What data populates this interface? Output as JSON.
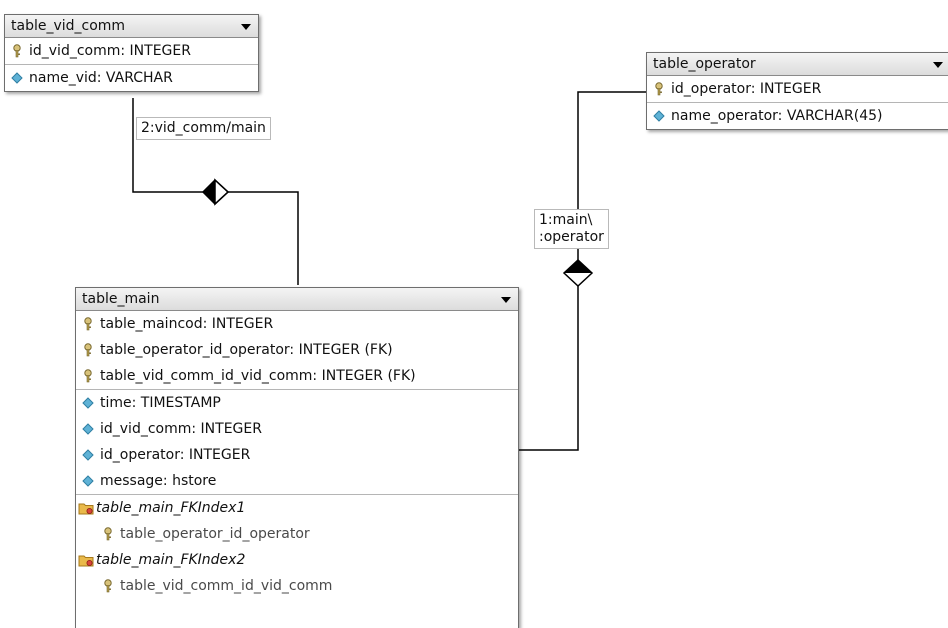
{
  "entities": {
    "vid_comm": {
      "title": "table_vid_comm",
      "primary_keys": [
        "id_vid_comm: INTEGER"
      ],
      "attributes": [
        "name_vid: VARCHAR"
      ]
    },
    "operator": {
      "title": "table_operator",
      "primary_keys": [
        "id_operator: INTEGER"
      ],
      "attributes": [
        "name_operator: VARCHAR(45)"
      ]
    },
    "main": {
      "title": "table_main",
      "primary_keys": [
        "table_maincod: INTEGER",
        "table_operator_id_operator: INTEGER (FK)",
        "table_vid_comm_id_vid_comm: INTEGER (FK)"
      ],
      "attributes": [
        "time: TIMESTAMP",
        "id_vid_comm: INTEGER",
        "id_operator: INTEGER",
        "message: hstore"
      ],
      "indexes": [
        {
          "name": "table_main_FKIndex1",
          "column": "table_operator_id_operator"
        },
        {
          "name": "table_main_FKIndex2",
          "column": "table_vid_comm_id_vid_comm"
        }
      ]
    }
  },
  "relationships": [
    {
      "label": "2:vid_comm/main"
    },
    {
      "label": "1:main\\\n:operator"
    }
  ],
  "colors": {
    "key_icon": "#b09a4a",
    "attribute_diamond": "#5fb2d6",
    "index_folder": "#e9b94a",
    "connector": "#000000"
  }
}
